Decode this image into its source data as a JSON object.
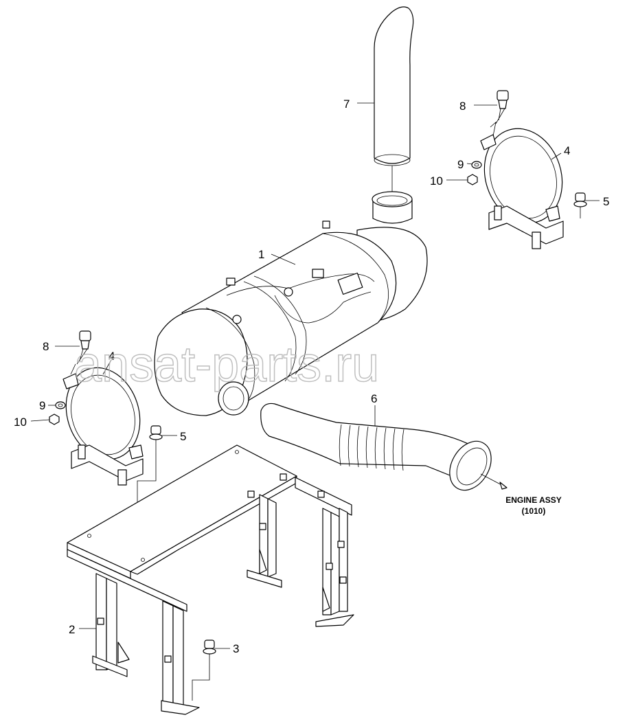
{
  "callouts": {
    "c1": "1",
    "c2": "2",
    "c3": "3",
    "c4_left": "4",
    "c4_right": "4",
    "c5_left": "5",
    "c5_right": "5",
    "c6": "6",
    "c7": "7",
    "c8_left": "8",
    "c8_right": "8",
    "c9_left": "9",
    "c9_right": "9",
    "c10_left": "10",
    "c10_right": "10"
  },
  "note": {
    "line1": "ENGINE ASSY",
    "line2": "(1010)"
  },
  "watermark": "ansat-parts.ru"
}
